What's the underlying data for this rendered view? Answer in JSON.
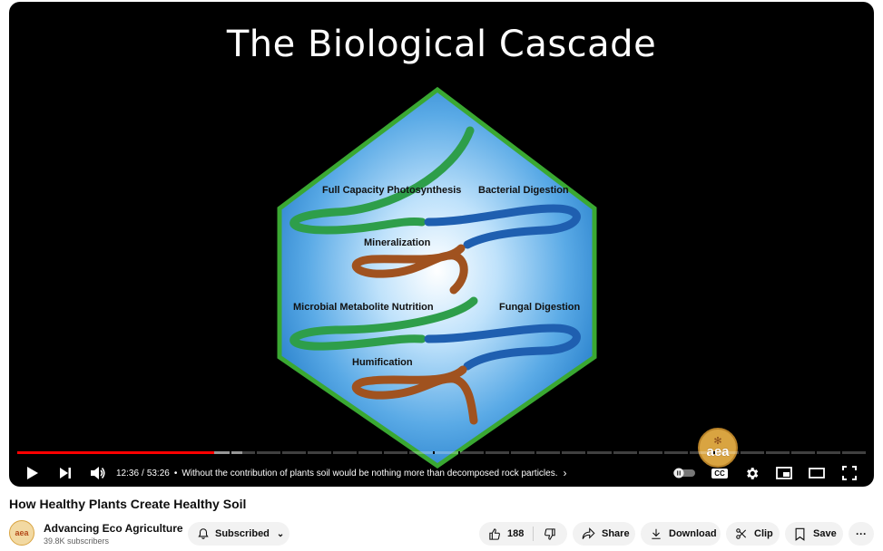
{
  "player": {
    "slide_title": "The Biological Cascade",
    "diagram_labels": {
      "full_capacity": "Full Capacity Photosynthesis",
      "bacterial": "Bacterial Digestion",
      "mineralization": "Mineralization",
      "microbial": "Microbial Metabolite Nutrition",
      "fungal": "Fungal Digestion",
      "humification": "Humification"
    },
    "progress_played_fraction": 0.232,
    "progress_buffered_fraction": 0.265,
    "current_time": "12:36",
    "separator": "/",
    "duration": "53:26",
    "bullet": "•",
    "chapter_text": "Without the contribution of plants soil would be nothing more than decomposed rock particles.",
    "subtitles_label": "CC",
    "logo_text": "aea",
    "icons": [
      "play-icon",
      "next-icon",
      "volume-icon",
      "autoplay-toggle",
      "cc-icon",
      "gear-icon",
      "miniplayer-icon",
      "theater-icon",
      "fullscreen-icon"
    ]
  },
  "video": {
    "title": "How Healthy Plants Create Healthy Soil"
  },
  "channel": {
    "name": "Advancing Eco Agriculture",
    "subscribers": "39.8K subscribers",
    "avatar_text": "aea"
  },
  "actions": {
    "subscribed_label": "Subscribed",
    "like_count": "188",
    "share_label": "Share",
    "download_label": "Download",
    "clip_label": "Clip",
    "save_label": "Save",
    "more_label": "···"
  },
  "colors": {
    "progress_red": "#ff0000",
    "hexagon_border": "#3aa832",
    "hexagon_fill": "#4aa0e0",
    "green_strand": "#2e9e4a",
    "blue_strand": "#1f5fb0",
    "brown_strand": "#a0521f"
  }
}
